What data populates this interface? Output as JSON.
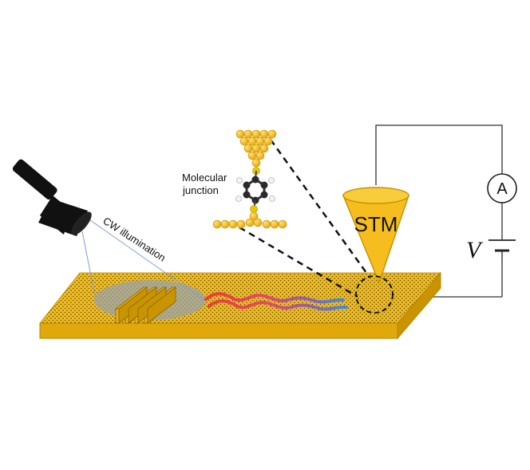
{
  "labels": {
    "molecular_line1": "Molecular",
    "molecular_line2": "junction",
    "illumination": "CW illumination",
    "tip": "STM",
    "ammeter": "A",
    "voltage": "V"
  },
  "colors": {
    "gold": "#F5BE1E",
    "gold_side": "#C99400",
    "gold_front": "#E0A80A",
    "dots": "#6B5A1A",
    "wave_red": "#F03A3A",
    "wave_blue": "#3C8CE0",
    "flashlight": "#111111",
    "beam": "#7F9FCF",
    "spot": "#9AA3A8",
    "wire": "#333333"
  },
  "icons": {
    "flashlight": "flashlight-icon",
    "ammeter": "ammeter-icon",
    "battery": "battery-icon"
  }
}
